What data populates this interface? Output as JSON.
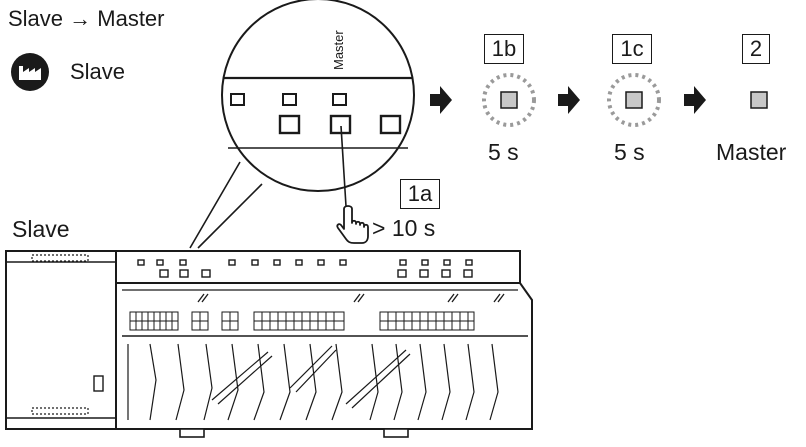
{
  "header": {
    "title": "Slave → Master",
    "slave_label": "Slave",
    "icon": "factory-icon"
  },
  "zoom": {
    "master_label": "Master"
  },
  "steps": {
    "step_1a": "1a",
    "step_1b": "1b",
    "step_1c": "1c",
    "step_2": "2",
    "press_duration": "> 10 s",
    "wait_1b": "5 s",
    "wait_1c": "5 s",
    "result_label": "Master"
  },
  "device": {
    "label": "Slave"
  },
  "colors": {
    "line": "#1a1a1a",
    "led_fill": "#c8c8c8",
    "blink_ring": "#9a9a9a"
  }
}
